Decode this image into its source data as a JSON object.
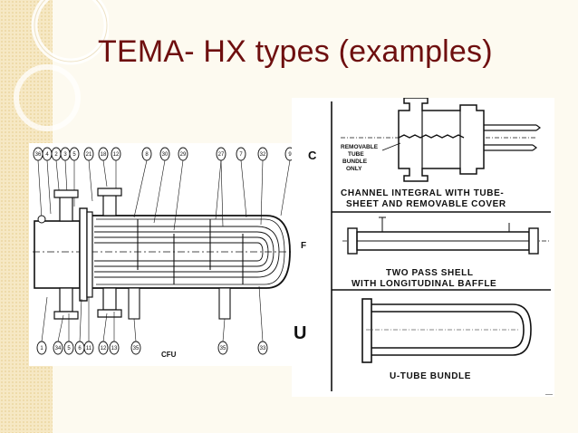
{
  "slide": {
    "title": "TEMA- HX types (examples)"
  },
  "cfu_drawing": {
    "caption": "CFU",
    "balloons_top": [
      "36",
      "4",
      "2",
      "3",
      "5",
      "21",
      "18",
      "12",
      "8",
      "30",
      "29",
      "27",
      "7",
      "32",
      "9"
    ],
    "balloons_bottom": [
      "1",
      "34",
      "5",
      "6",
      "11",
      "12",
      "13",
      "35",
      "35",
      "33"
    ]
  },
  "type_letters": {
    "c": "C",
    "f": "F",
    "u": "U"
  },
  "channel_panel": {
    "callout_line1": "REMOVABLE",
    "callout_line2": "TUBE",
    "callout_line3": "BUNDLE",
    "callout_line4": "ONLY",
    "caption_line1": "CHANNEL INTEGRAL WITH TUBE-",
    "caption_line2": "SHEET AND REMOVABLE COVER"
  },
  "shell_panel": {
    "caption_line1": "TWO PASS SHELL",
    "caption_line2": "WITH LONGITUDINAL BAFFLE"
  },
  "utube_panel": {
    "caption": "U-TUBE BUNDLE"
  },
  "colors": {
    "title": "#6e0f0f",
    "side_strip": "#f6e8c4",
    "background": "#fdfaf0",
    "ink": "#111111"
  }
}
